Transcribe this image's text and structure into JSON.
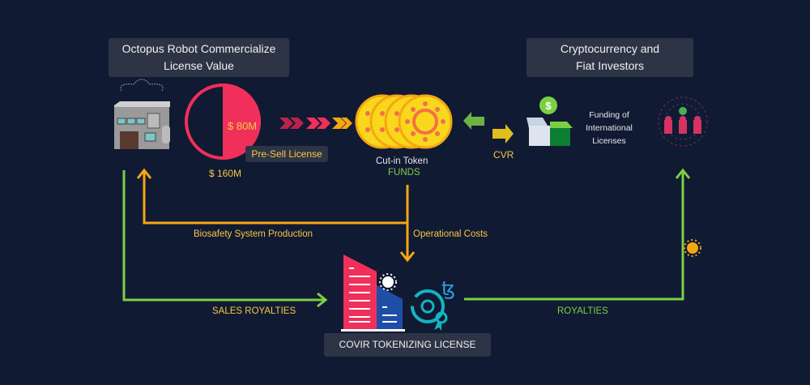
{
  "left_box": {
    "line1": "Octopus Robot Commercialize",
    "line2": "License Value"
  },
  "right_box": {
    "line1": "Cryptocurrency and",
    "line2": "Fiat Investors"
  },
  "bottom_box": {
    "label": "COVIR TOKENIZING LICENSE"
  },
  "pie": {
    "inner_label": "$ 80M",
    "total_label": "$ 160M",
    "filled_fraction": 0.5,
    "badge": "Pre-Sell License"
  },
  "token": {
    "label": "Cut-in Token",
    "sub": "FUNDS"
  },
  "cvr_label": "CVR",
  "funding": {
    "line1": "Funding of",
    "line2": "International",
    "line3": "Licenses"
  },
  "flows": {
    "biosafety": "Biosafety System Production",
    "operational": "Operational Costs",
    "sales_royalties": "SALES ROYALTIES",
    "royalties": "ROYALTIES"
  },
  "colors": {
    "background": "#111a33",
    "green": "#7ccf45",
    "orange": "#f5a614",
    "red": "#f0305a",
    "yellow": "#f5c842"
  }
}
